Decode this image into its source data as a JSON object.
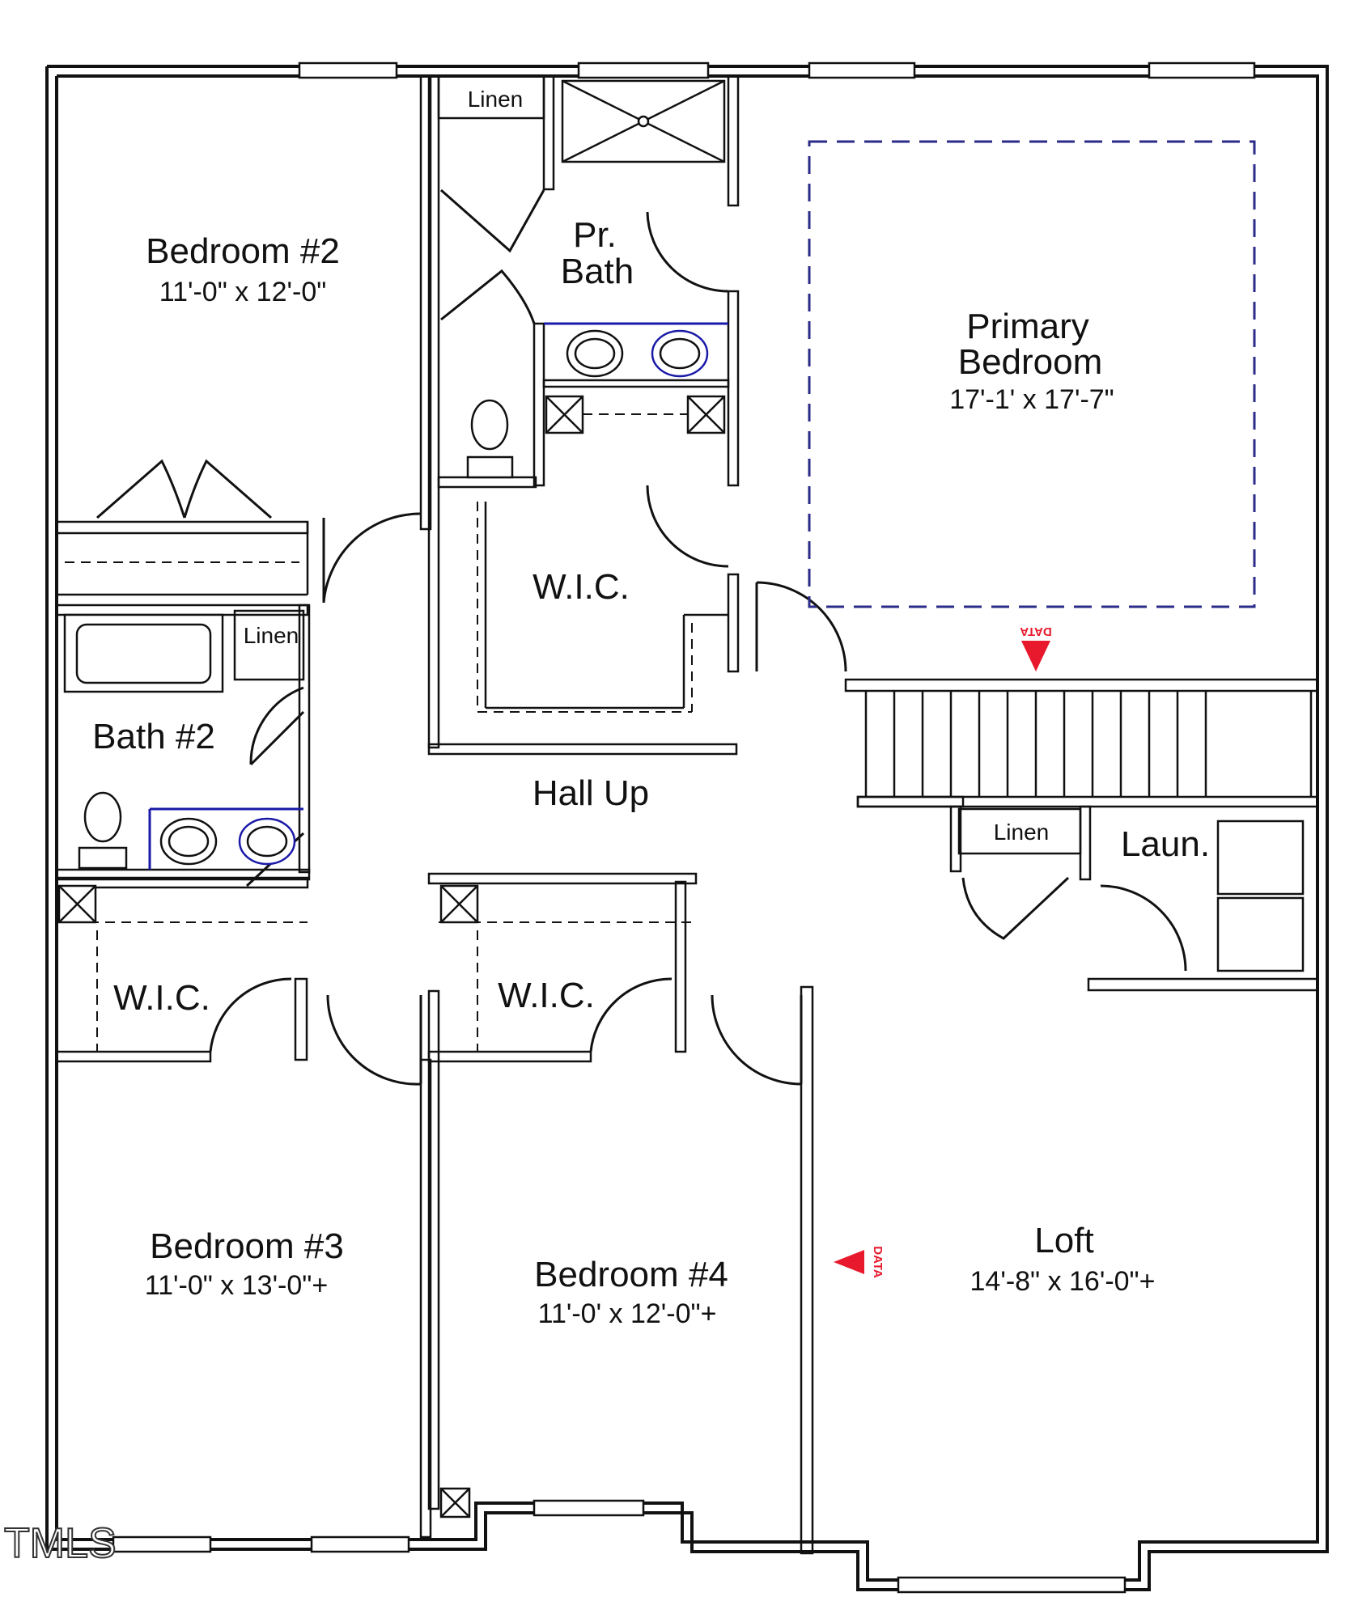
{
  "rooms": {
    "bedroom2": {
      "name": "Bedroom #2",
      "dims": "11'-0\" x 12'-0\""
    },
    "primary_bedroom": {
      "name_line1": "Primary",
      "name_line2": "Bedroom",
      "dims": "17'-1' x 17'-7\""
    },
    "primary_bath": {
      "name_line1": "Pr.",
      "name_line2": "Bath"
    },
    "primary_wic": {
      "name": "W.I.C."
    },
    "bath2": {
      "name": "Bath #2"
    },
    "hall": {
      "name": "Hall Up"
    },
    "laundry": {
      "name": "Laun."
    },
    "wic_bed3": {
      "name": "W.I.C."
    },
    "wic_bed4": {
      "name": "W.I.C."
    },
    "bedroom3": {
      "name": "Bedroom #3",
      "dims": "11'-0\" x 13'-0\"+"
    },
    "bedroom4": {
      "name": "Bedroom #4",
      "dims": "11'-0' x 12'-0\"+"
    },
    "loft": {
      "name": "Loft",
      "dims": "14'-8\" x 16'-0\"+"
    }
  },
  "linens": {
    "top": "Linen",
    "bath2": "Linen",
    "stair": "Linen"
  },
  "markers": {
    "data_top": "DATA",
    "data_side": "DATA",
    "marker_color": "#e8192c"
  },
  "watermark": "TMLS",
  "colors": {
    "wall": "#111111",
    "ceiling_outline": "#2b2b8a",
    "vanity_line": "#1a1aa8"
  }
}
